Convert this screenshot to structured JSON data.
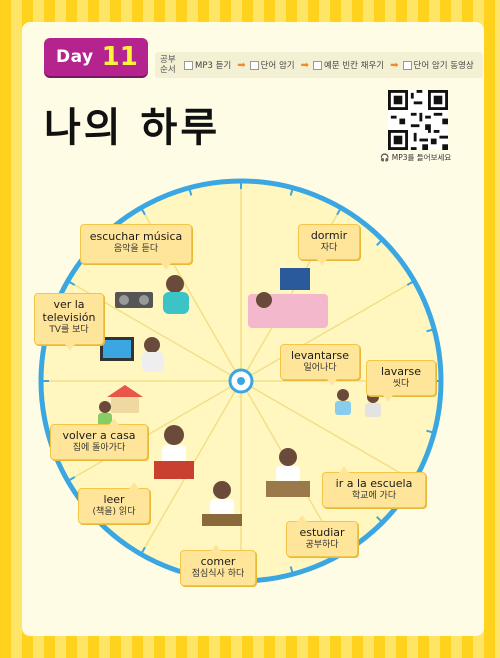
{
  "header": {
    "day_word": "Day",
    "day_number": "11",
    "study_label": "공부 순서",
    "steps": [
      "MP3 듣기",
      "단어 암기",
      "예문 빈칸 채우기",
      "단어 암기 동영상"
    ]
  },
  "title": "나의 하루",
  "qr_caption": "MP3를 들어보세요",
  "colors": {
    "accent": "#b5238f",
    "clock_rim": "#3aa7e3",
    "bubble": "#ffe59a",
    "border": "#ffd21e"
  },
  "activities": [
    {
      "es": "escuchar música",
      "ko": "음악을 듣다"
    },
    {
      "es": "dormir",
      "ko": "자다"
    },
    {
      "es": "ver la televisión",
      "ko": "TV를 보다"
    },
    {
      "es": "levantarse",
      "ko": "일어나다"
    },
    {
      "es": "lavarse",
      "ko": "씻다"
    },
    {
      "es": "volver a casa",
      "ko": "집에 돌아가다"
    },
    {
      "es": "ir a la escuela",
      "ko": "학교에 가다"
    },
    {
      "es": "leer",
      "ko": "(책을) 읽다"
    },
    {
      "es": "estudiar",
      "ko": "공부하다"
    },
    {
      "es": "comer",
      "ko": "점심식사 하다"
    }
  ]
}
